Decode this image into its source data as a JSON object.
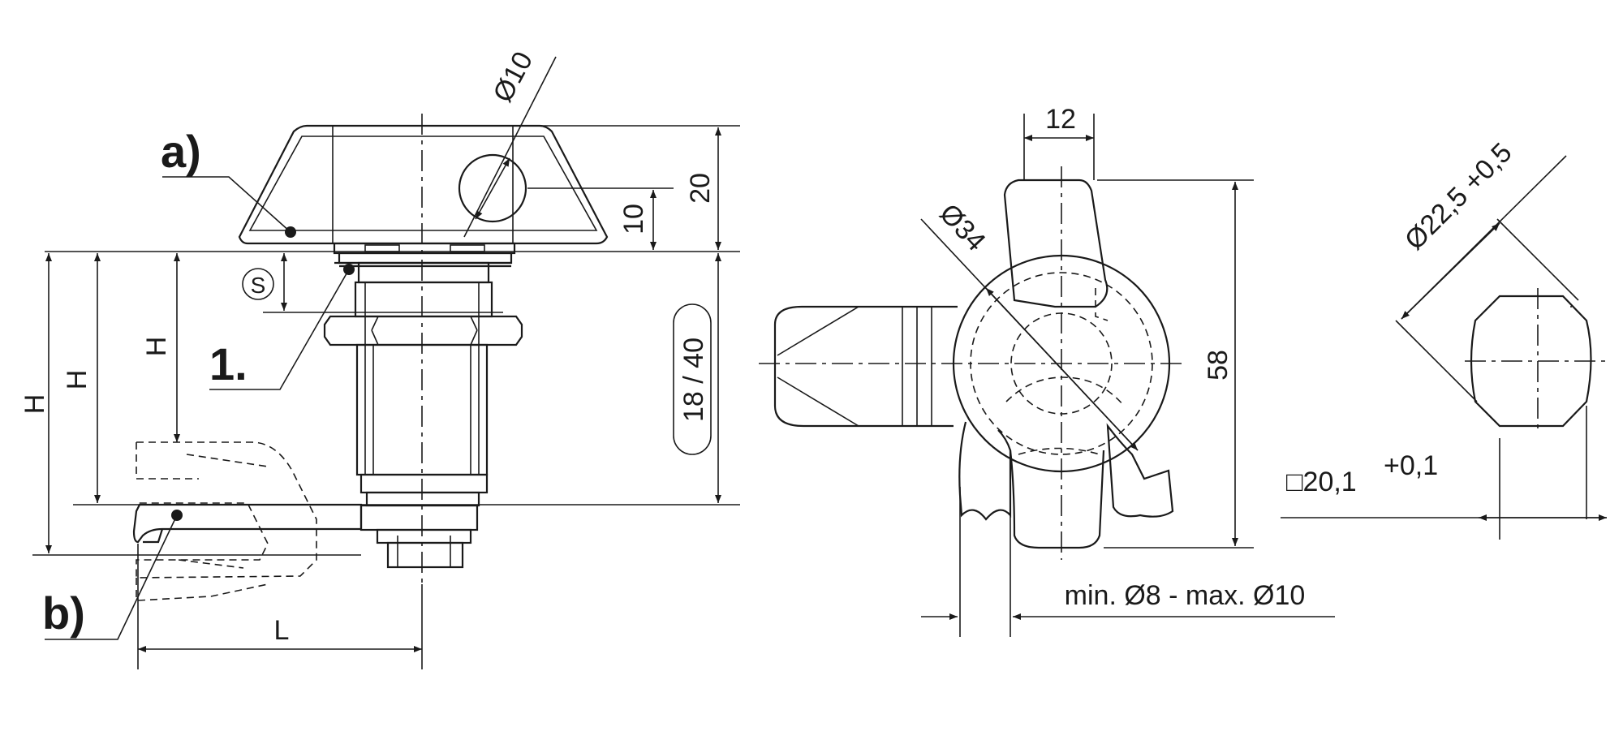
{
  "labels": {
    "a": "a)",
    "b": "b)",
    "one": "1.",
    "s": "S"
  },
  "dimensions": {
    "d10": "Ø10",
    "h20": "20",
    "h10": "10",
    "h18_40": "18 / 40",
    "H": "H",
    "L": "L",
    "w12": "12",
    "d34": "Ø34",
    "h58": "58",
    "shaft": "min. Ø8 - max. Ø10",
    "d22": "Ø22,5 +0,5",
    "sq_base": "□20,1",
    "sq_tol": "+0,1"
  },
  "colors": {
    "line": "#1a1a1a",
    "background": "#ffffff"
  }
}
